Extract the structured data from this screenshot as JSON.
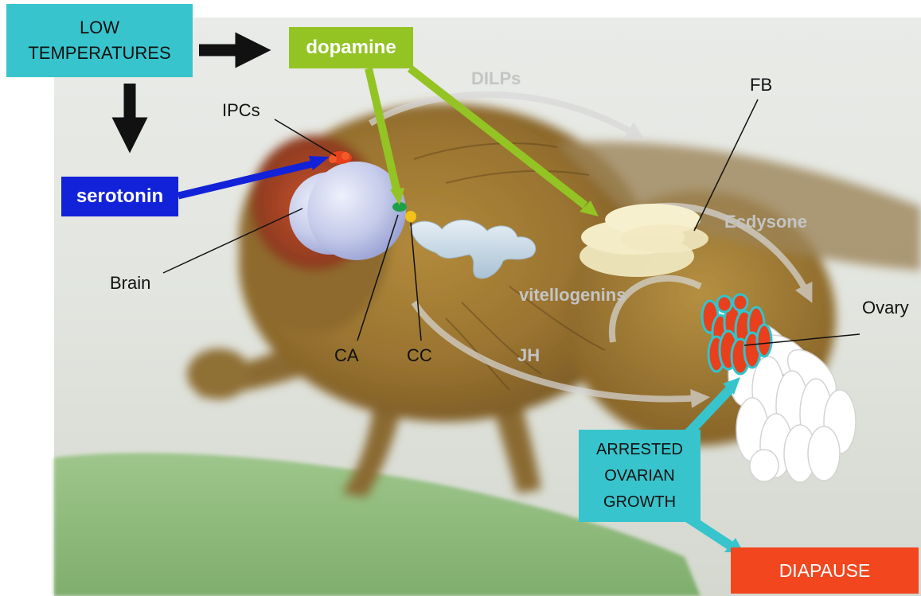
{
  "boxes": {
    "low_temperatures": "LOW\nTEMPERATURES",
    "dopamine": "dopamine",
    "serotonin": "serotonin",
    "arrested_ovarian_growth": "ARRESTED\nOVARIAN\nGROWTH",
    "diapause": "DIAPAUSE"
  },
  "labels": {
    "ipcs": "IPCs",
    "brain": "Brain",
    "ca": "CA",
    "cc": "CC",
    "fb": "FB",
    "ovary": "Ovary"
  },
  "hormones": {
    "dilps": "DILPs",
    "ecdysone": "Ecdysone",
    "vitellogenins": "vitellogenins",
    "jh": "JH"
  },
  "colors": {
    "teal_box": "#38c4cc",
    "dopamine_green": "#93c424",
    "serotonin_blue": "#1222d8",
    "diapause_red": "#f2461e",
    "ipc_red": "#e8401c",
    "ca_green": "#1ea04a",
    "cc_yellow": "#f2c21a"
  }
}
